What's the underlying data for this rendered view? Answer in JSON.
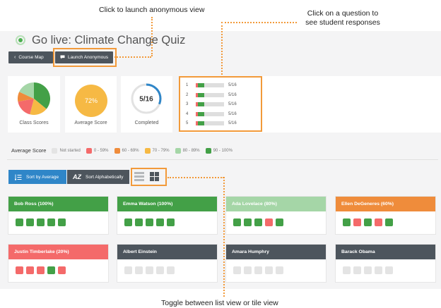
{
  "annotations": {
    "launch": "Click to launch anonymous view",
    "question_line1": "Click on a question to",
    "question_line2": "see student responses",
    "toggle": "Toggle between list view or tile view"
  },
  "header": {
    "title": "Go live: Climate Change Quiz",
    "course_map_label": "Course Map",
    "launch_anonymous_label": "Launch Anonymous"
  },
  "summary": {
    "class_scores_label": "Class Scores",
    "average_score_value": "72%",
    "average_score_label": "Average Score",
    "completed_value": "5/16",
    "completed_fraction": 0.3125,
    "completed_label": "Completed",
    "pie_slices": [
      {
        "fraction": 0.36,
        "color": "#43a047"
      },
      {
        "fraction": 0.18,
        "color": "#f6b944"
      },
      {
        "fraction": 0.18,
        "color": "#f46a6a"
      },
      {
        "fraction": 0.1,
        "color": "#ef8c3b"
      },
      {
        "fraction": 0.18,
        "color": "#a5d6a7"
      }
    ]
  },
  "questions": [
    {
      "number": "1",
      "fraction": "5/16"
    },
    {
      "number": "2",
      "fraction": "5/16"
    },
    {
      "number": "3",
      "fraction": "5/16"
    },
    {
      "number": "4",
      "fraction": "5/16"
    },
    {
      "number": "5",
      "fraction": "5/16"
    }
  ],
  "legend": {
    "title": "Average Score",
    "items": [
      {
        "label": "Not started",
        "color": "#e4e4e4"
      },
      {
        "label": "0 - 59%",
        "color": "#f46a6a"
      },
      {
        "label": "60 - 69%",
        "color": "#ef8c3b"
      },
      {
        "label": "70 - 79%",
        "color": "#f6b944"
      },
      {
        "label": "80 - 89%",
        "color": "#a5d6a7"
      },
      {
        "label": "90 - 100%",
        "color": "#43a047"
      }
    ]
  },
  "sort": {
    "by_average_label": "Sort by Average",
    "alphabetically_label": "Sort Alphabetically"
  },
  "students": [
    {
      "name": "Bob Ross (100%)",
      "color": "#43a047",
      "answers": [
        "#43a047",
        "#43a047",
        "#43a047",
        "#43a047",
        "#43a047"
      ]
    },
    {
      "name": "Emma Watson (100%)",
      "color": "#43a047",
      "answers": [
        "#43a047",
        "#43a047",
        "#43a047",
        "#43a047",
        "#43a047"
      ]
    },
    {
      "name": "Ada Lovelace (80%)",
      "color": "#a5d6a7",
      "answers": [
        "#43a047",
        "#43a047",
        "#43a047",
        "#f46a6a",
        "#43a047"
      ]
    },
    {
      "name": "Ellen DeGeneres (60%)",
      "color": "#ef8c3b",
      "answers": [
        "#43a047",
        "#f46a6a",
        "#43a047",
        "#f46a6a",
        "#43a047"
      ]
    },
    {
      "name": "Justin Timberlake (20%)",
      "color": "#f46a6a",
      "answers": [
        "#f46a6a",
        "#f46a6a",
        "#f46a6a",
        "#43a047",
        "#f46a6a"
      ]
    },
    {
      "name": "Albert Einstein",
      "color": "#4d555d",
      "answers": [
        "#e4e4e4",
        "#e4e4e4",
        "#e4e4e4",
        "#e4e4e4",
        "#e4e4e4"
      ]
    },
    {
      "name": "Amara Humphry",
      "color": "#4d555d",
      "answers": [
        "#e4e4e4",
        "#e4e4e4",
        "#e4e4e4",
        "#e4e4e4",
        "#e4e4e4"
      ]
    },
    {
      "name": "Barack Obama",
      "color": "#4d555d",
      "answers": [
        "#e4e4e4",
        "#e4e4e4",
        "#e4e4e4",
        "#e4e4e4",
        "#e4e4e4"
      ]
    }
  ],
  "colors": {
    "accent_blue": "#2f86c8",
    "dark": "#4d555d",
    "callout": "#f29a3a"
  }
}
